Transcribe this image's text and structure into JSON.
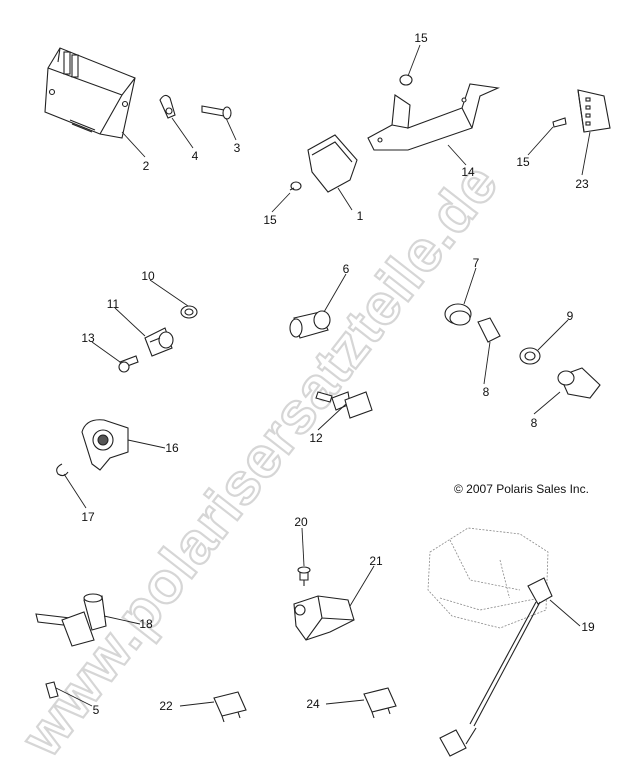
{
  "watermark": "www.polarisersatzteile.de",
  "copyright": "© 2007 Polaris Sales Inc.",
  "callouts": {
    "c1": "1",
    "c2": "2",
    "c3": "3",
    "c4": "4",
    "c5": "5",
    "c6": "6",
    "c7": "7",
    "c8a": "8",
    "c8b": "8",
    "c9": "9",
    "c10": "10",
    "c11": "11",
    "c12": "12",
    "c13": "13",
    "c14": "14",
    "c15a": "15",
    "c15b": "15",
    "c15c": "15",
    "c16": "16",
    "c17": "17",
    "c18": "18",
    "c19": "19",
    "c20": "20",
    "c21": "21",
    "c22": "22",
    "c23": "23",
    "c24": "24"
  }
}
